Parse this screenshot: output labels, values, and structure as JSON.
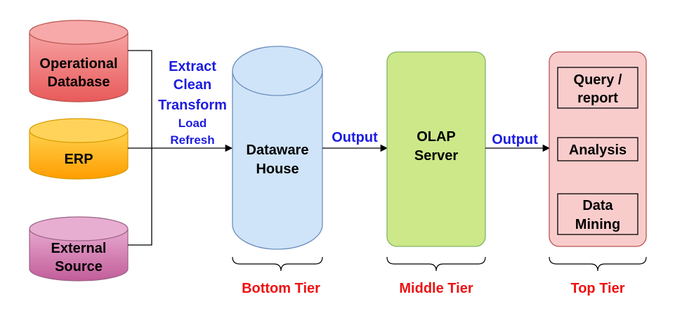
{
  "sources": {
    "operational": {
      "line1": "Operational",
      "line2": "Database"
    },
    "erp": {
      "label": "ERP"
    },
    "external": {
      "line1": "External",
      "line2": "Source"
    }
  },
  "etl": {
    "extract": "Extract",
    "clean": "Clean",
    "transform": "Transform",
    "load": "Load",
    "refresh": "Refresh"
  },
  "warehouse": {
    "line1": "Dataware",
    "line2": "House"
  },
  "output_labels": [
    "Output",
    "Output"
  ],
  "olap": {
    "line1": "OLAP",
    "line2": "Server"
  },
  "top_tier_items": {
    "query": {
      "line1": "Query /",
      "line2": "report"
    },
    "analysis": {
      "label": "Analysis"
    },
    "mining": {
      "line1": "Data",
      "line2": "Mining"
    }
  },
  "tiers": {
    "bottom": "Bottom Tier",
    "middle": "Middle Tier",
    "top": "Top Tier"
  },
  "colors": {
    "operational": "#f06a6a",
    "erp": "#ffaa00",
    "external": "#cd6fa8",
    "warehouse": "#cfe4f8",
    "olap": "#cce889",
    "top_tier": "#f9cccc",
    "blue_text": "#1c1ce0",
    "red_text": "#ee1111"
  }
}
